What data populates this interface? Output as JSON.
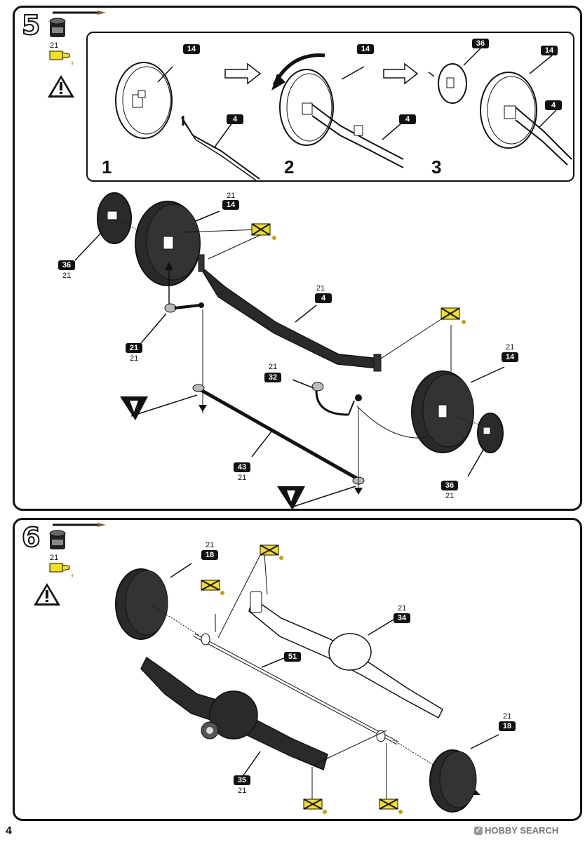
{
  "page_number": "4",
  "watermark": "HOBBY SEARCH",
  "steps": [
    {
      "number": "5",
      "paint_code": "21",
      "substeps": [
        "1",
        "2",
        "3"
      ],
      "substep_part_labels": {
        "sub1_wheel": "14",
        "sub1_axle": "4",
        "sub2_wheel": "14",
        "sub2_axle": "4",
        "sub3_hub": "36",
        "sub3_wheel": "14",
        "sub3_axle": "4"
      },
      "parts": {
        "hub_left": {
          "num": "36",
          "paint": "21"
        },
        "wheel_left": {
          "num": "14",
          "paint": "21"
        },
        "axle": {
          "num": "4",
          "paint": "21"
        },
        "arm": {
          "num": "21",
          "paint": "21"
        },
        "link": {
          "num": "32",
          "paint": "21"
        },
        "tierod": {
          "num": "43",
          "paint": "21"
        },
        "wheel_right": {
          "num": "14",
          "paint": "21"
        },
        "hub_right": {
          "num": "36",
          "paint": "21"
        }
      }
    },
    {
      "number": "6",
      "paint_code": "21",
      "parts": {
        "drum_left": {
          "num": "18",
          "paint": "21"
        },
        "housing_upper": {
          "num": "34",
          "paint": "21"
        },
        "shaft": {
          "num": "51"
        },
        "housing_lower": {
          "num": "35",
          "paint": "21"
        },
        "drum_right": {
          "num": "18",
          "paint": "21"
        }
      }
    }
  ]
}
